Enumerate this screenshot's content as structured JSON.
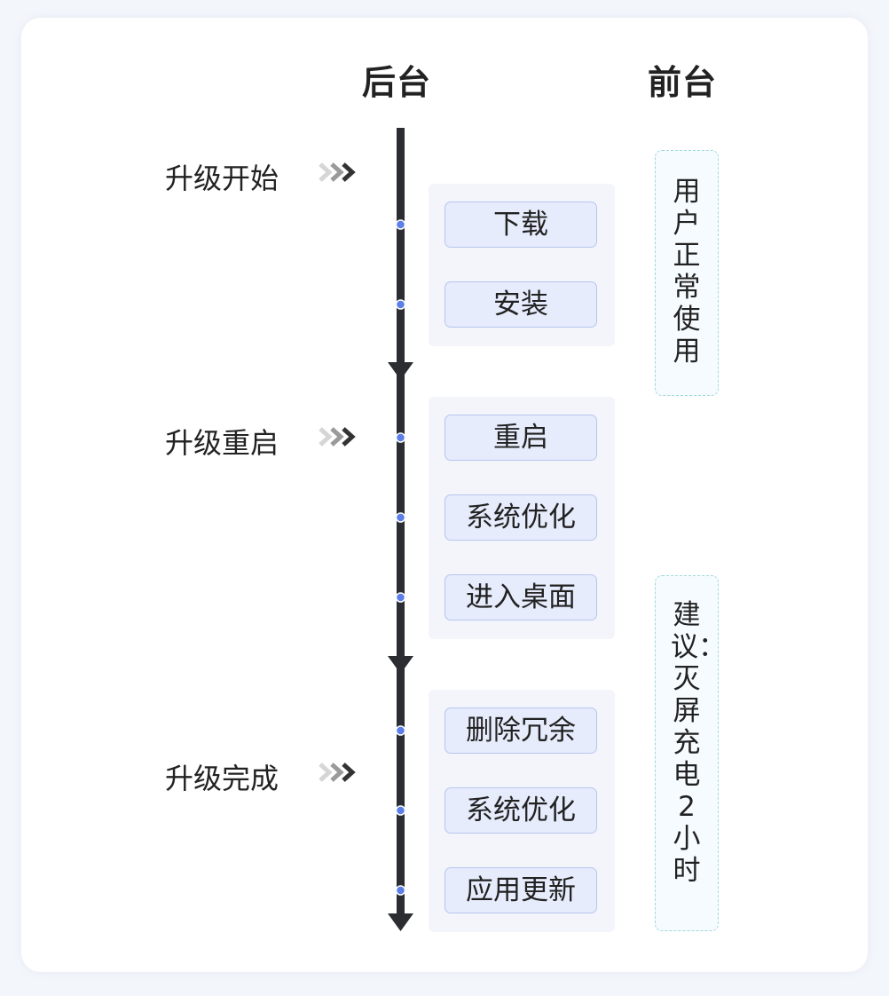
{
  "headers": {
    "backend": "后台",
    "frontend": "前台"
  },
  "stages": [
    {
      "label": "升级开始"
    },
    {
      "label": "升级重启"
    },
    {
      "label": "升级完成"
    }
  ],
  "groups": [
    {
      "steps": [
        "下载",
        "安装"
      ]
    },
    {
      "steps": [
        "重启",
        "系统优化",
        "进入桌面"
      ]
    },
    {
      "steps": [
        "删除冗余",
        "系统优化",
        "应用更新"
      ]
    }
  ],
  "frontend_notes": [
    {
      "text": "用户正常使用"
    },
    {
      "text": "建议：灭屏充电2小时"
    }
  ],
  "colors": {
    "axis": "#2b2d33",
    "dot": "#5b7ee8",
    "step_fill": "#e7ecfc",
    "step_border": "#b7c5f0",
    "note_border": "#9fd8dc"
  }
}
